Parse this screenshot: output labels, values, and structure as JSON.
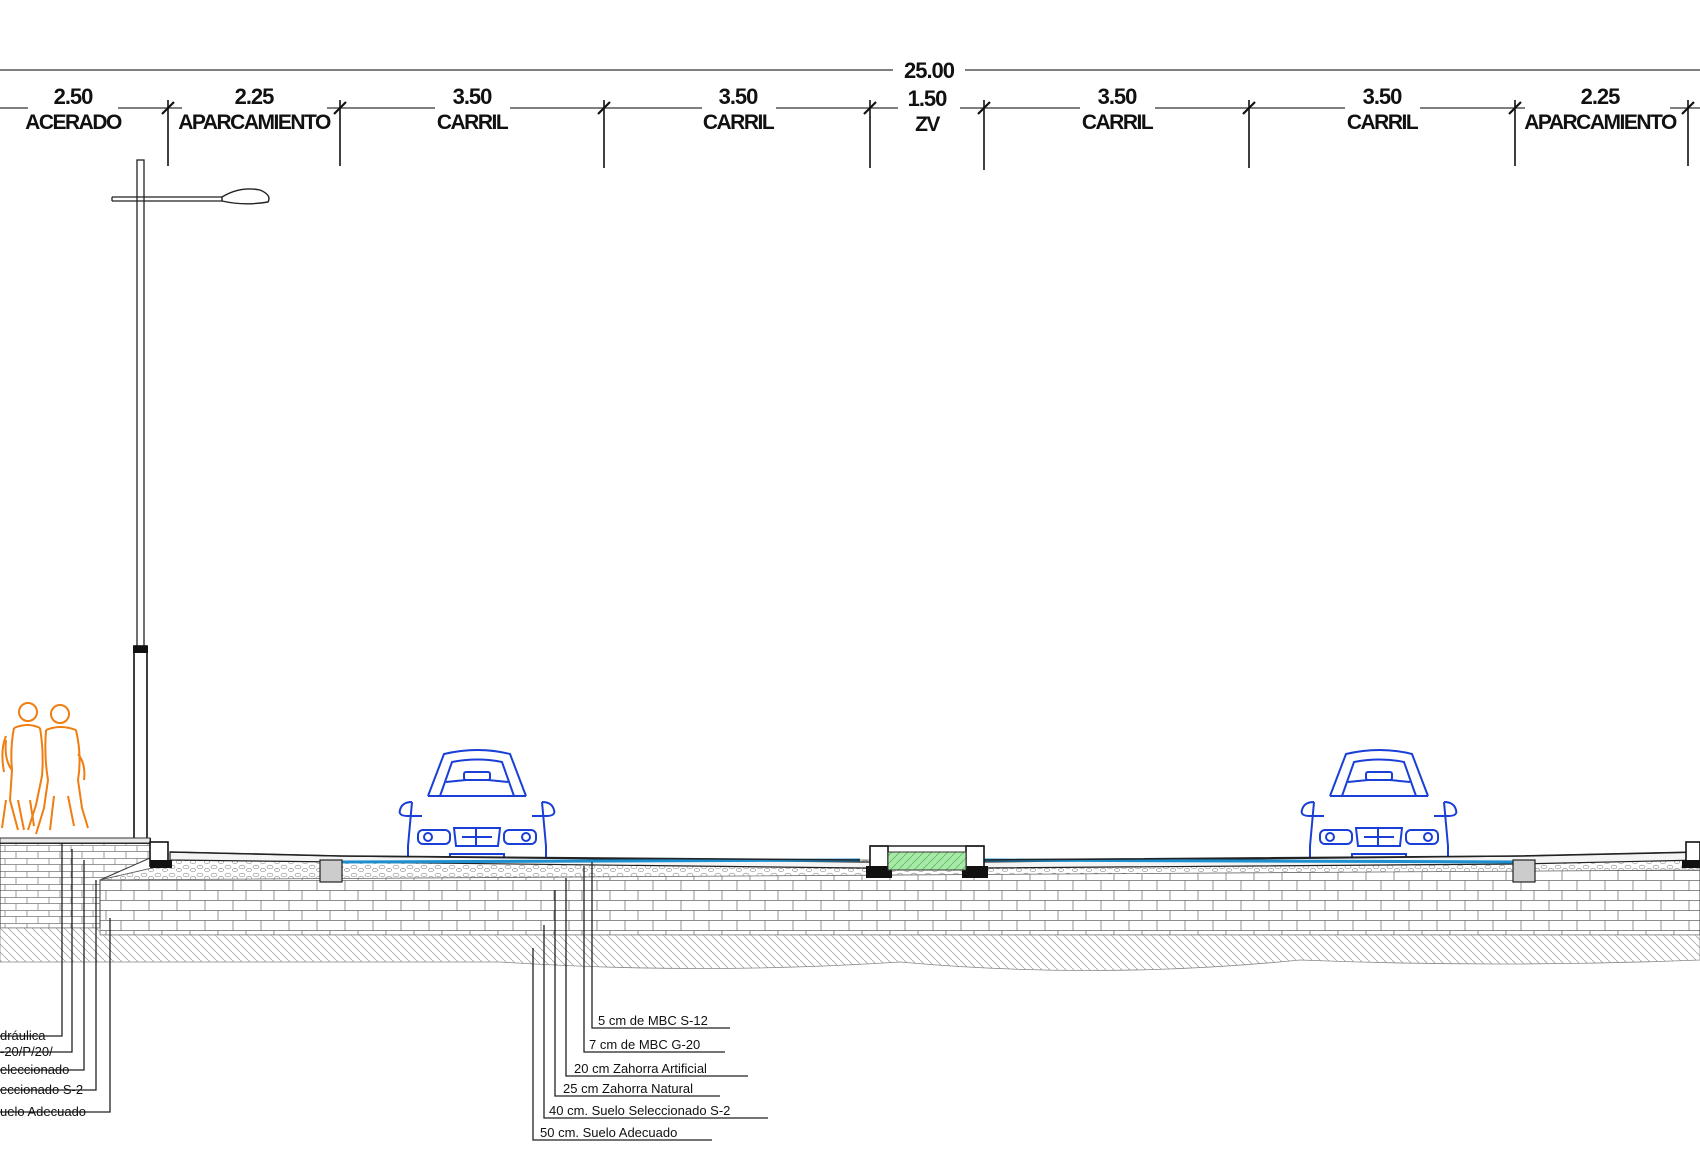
{
  "diagram": {
    "total_width_label": "25.00",
    "segments": [
      {
        "width": "2.50",
        "name": "ACERADO"
      },
      {
        "width": "2.25",
        "name": "APARCAMIENTO"
      },
      {
        "width": "3.50",
        "name": "CARRIL"
      },
      {
        "width": "3.50",
        "name": "CARRIL"
      },
      {
        "width": "1.50",
        "name": "ZV"
      },
      {
        "width": "3.50",
        "name": "CARRIL"
      },
      {
        "width": "3.50",
        "name": "CARRIL"
      },
      {
        "width": "2.25",
        "name": "APARCAMIENTO"
      }
    ],
    "sidewalk_layers": [
      "dráulica",
      "-20/P/20/",
      "eleccionado",
      "eccionado S-2",
      "uelo Adecuado"
    ],
    "road_layers": [
      "5 cm de MBC S-12",
      "7 cm de MBC G-20",
      "20 cm Zahorra Artificial",
      "25 cm Zahorra Natural",
      "40 cm. Suelo Seleccionado S-2",
      "50 cm. Suelo Adecuado"
    ],
    "colors": {
      "car": "#1a3fd6",
      "pedestrian": "#f07d10",
      "median_fill": "#a8e8a8",
      "pavement_surface": "#1c8fd0"
    }
  }
}
